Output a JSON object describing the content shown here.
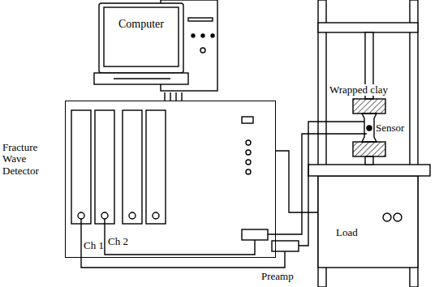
{
  "diagram": {
    "nodes": [
      {
        "text": [
          "Computer"
        ]
      },
      {
        "text": [
          "Fracture Wave Detector"
        ]
      }
    ],
    "edges": [
      {
        "from": 0,
        "to": 1,
        "arrow": "none"
      }
    ],
    "labels": [
      "Ch 1",
      "Ch 2",
      "Preamp",
      "Wrapped clay",
      "Sensor",
      "Load"
    ]
  }
}
